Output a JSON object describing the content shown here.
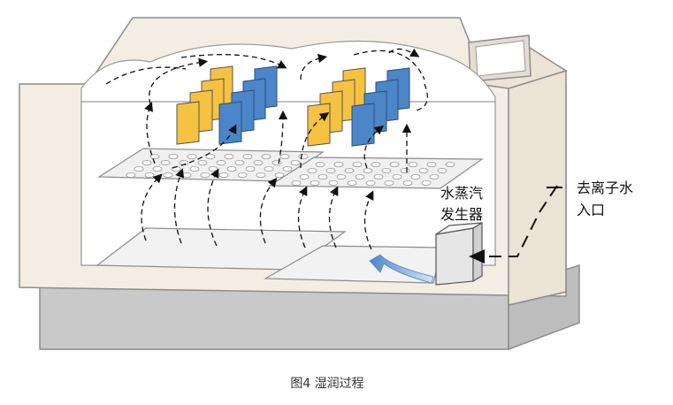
{
  "diagram": {
    "labels": {
      "steam_generator_line1": "水蒸汽",
      "steam_generator_line2": "发生器",
      "deionized_water_line1": "去离子水",
      "deionized_water_line2": "入口"
    },
    "caption": "图4 湿润过程",
    "colors": {
      "chamber_fill": "#f3ede3",
      "chamber_stroke": "#8c8c8c",
      "base_fill": "#c9c9c9",
      "inner_white": "#ffffff",
      "panel_yellow": "#f5c242",
      "panel_blue": "#4a86c8",
      "arrow_black": "#111111",
      "flow_arrow_blue": "#8fb4de"
    }
  }
}
